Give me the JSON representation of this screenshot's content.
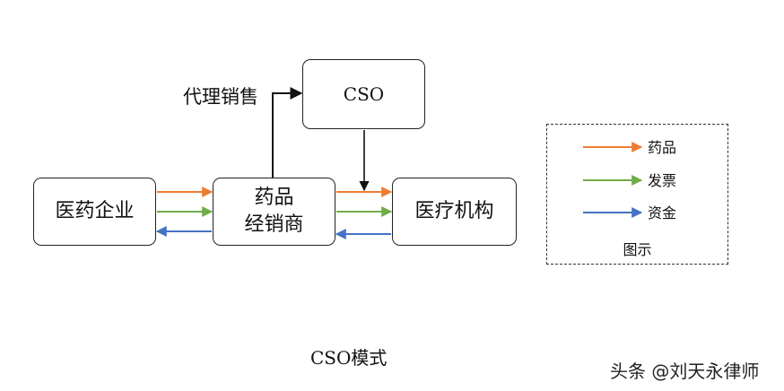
{
  "nodes": {
    "pharma_company": "医药企业",
    "distributor_line1": "药品",
    "distributor_line2": "经销商",
    "medical_institution": "医疗机构",
    "cso": "CSO"
  },
  "agency_label": "代理销售",
  "legend": {
    "items": [
      {
        "label": "药品",
        "color": "#ED7D31"
      },
      {
        "label": "发票",
        "color": "#70AD47"
      },
      {
        "label": "资金",
        "color": "#4472C4"
      }
    ],
    "title": "图示"
  },
  "caption": "CSO模式",
  "watermark": "头条 @刘天永律师"
}
